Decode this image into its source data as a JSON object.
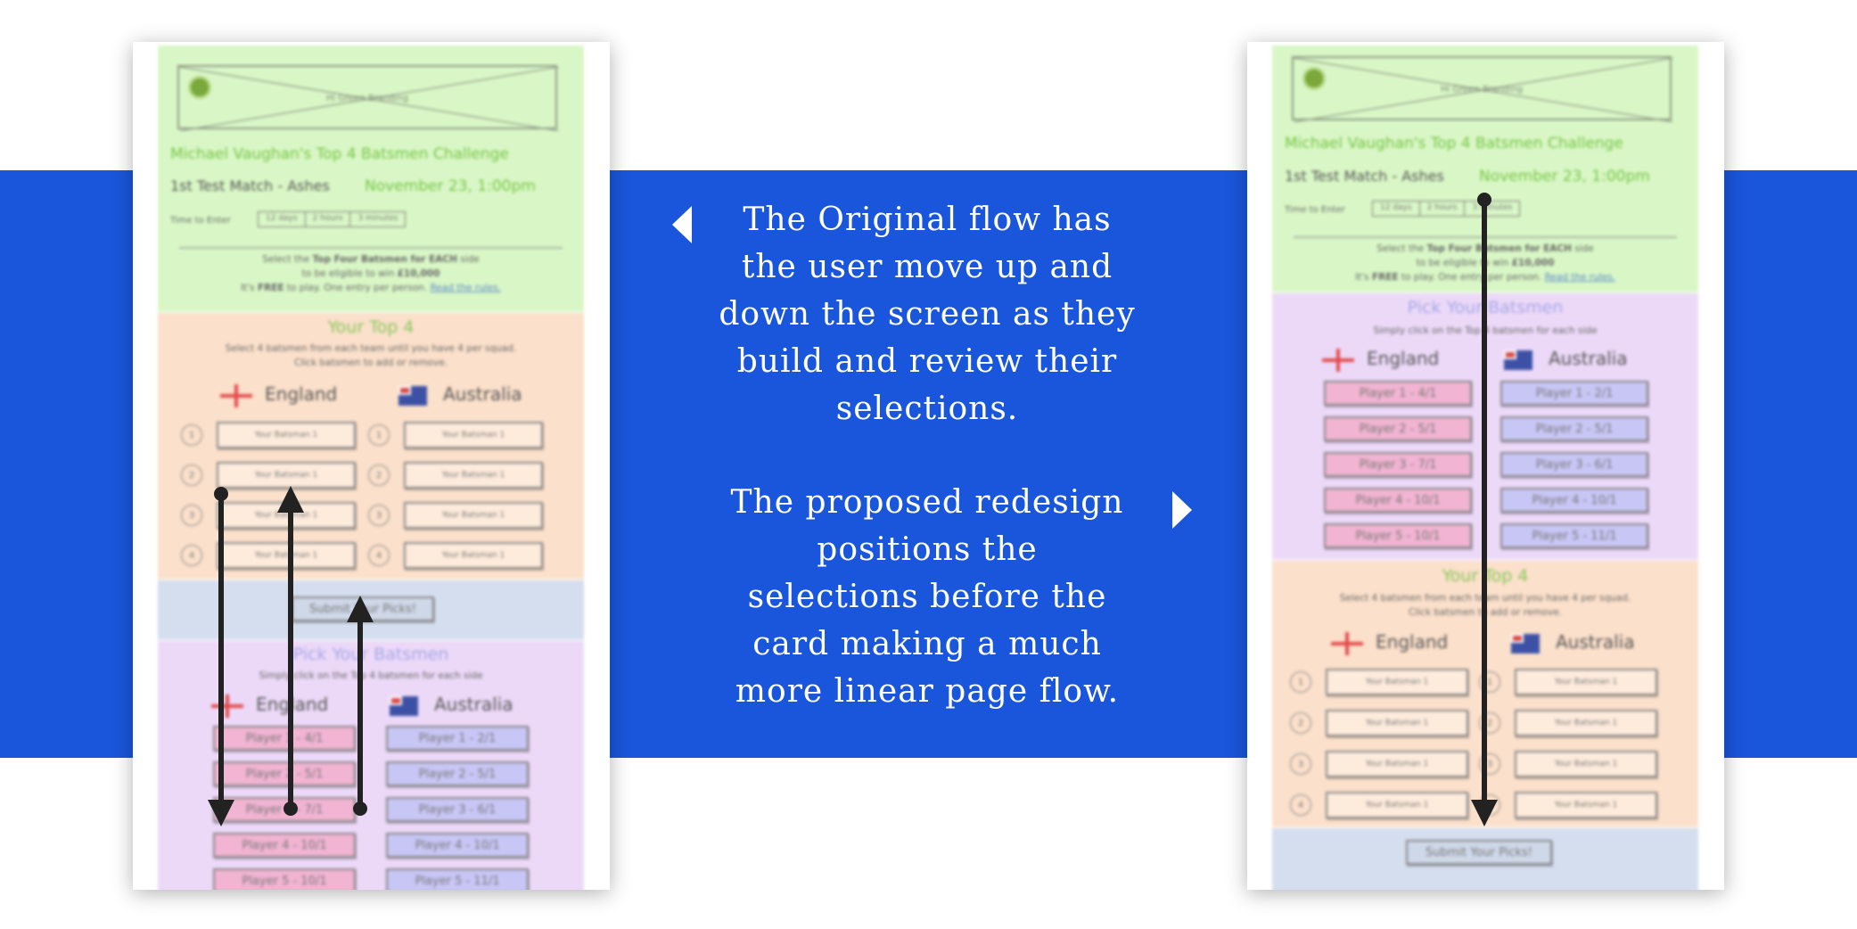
{
  "colors": {
    "band": "#1a56db",
    "header_section": "#d9f7c6",
    "top4_section": "#fbe0cb",
    "submit_section": "#d5deef",
    "pick_section": "#ecd9f8",
    "flow_arrow": "#222222"
  },
  "icons": {
    "left_pointer": "triangle-left-icon",
    "right_pointer": "triangle-right-icon",
    "england_flag": "st-george-cross-icon",
    "australia_flag": "australia-flag-icon",
    "logo": "brand-logo-icon"
  },
  "mockup": {
    "branding": "Hi Green Branding",
    "challenge_title": "Michael Vaughan's Top 4 Batsmen Challenge",
    "match": "1st Test Match - Ashes",
    "date": "November 23, 1:00pm",
    "time_label": "Time to Enter",
    "timer": [
      "12 days",
      "2 hours",
      "3 minutes"
    ],
    "rules": {
      "line1_pre": "Select the ",
      "line1_bold": "Top Four Batsmen for EACH",
      "line1_post": " side",
      "line2_pre": "to be eligible to win ",
      "line2_bold": "£10,000",
      "line3_pre": "It's ",
      "line3_bold": "FREE",
      "line3_post": " to play. One entry per person. ",
      "line3_link": "Read the rules."
    },
    "top4": {
      "title": "Your Top 4",
      "instructions1": "Select 4 batsmen from each team until you have 4 per squad.",
      "instructions2": "Click batsmen to add or remove."
    },
    "pick": {
      "title": "Pick Your Batsmen",
      "instructions": "Simply click on the Top 4 batsmen for each side"
    },
    "teams": {
      "england": "England",
      "australia": "Australia"
    },
    "slot_label": "Your Batsman 1",
    "slot_numbers": [
      "1",
      "2",
      "3",
      "4"
    ],
    "england_players": [
      "Player 1 - 4/1",
      "Player 2 - 5/1",
      "Player 3 - 7/1",
      "Player 4 - 10/1",
      "Player 5 - 10/1"
    ],
    "australia_players": [
      "Player 1 - 2/1",
      "Player 2 - 5/1",
      "Player 3 - 6/1",
      "Player 4 - 10/1",
      "Player 5 - 11/1"
    ],
    "submit": "Submit Your Picks!"
  },
  "description": {
    "original": [
      "The Original flow has",
      "the user move up and",
      "down the screen as they",
      "build and review their",
      "selections."
    ],
    "proposed": [
      "The proposed redesign",
      "positions the",
      "selections before the",
      "card making a much",
      "more linear page flow."
    ]
  }
}
